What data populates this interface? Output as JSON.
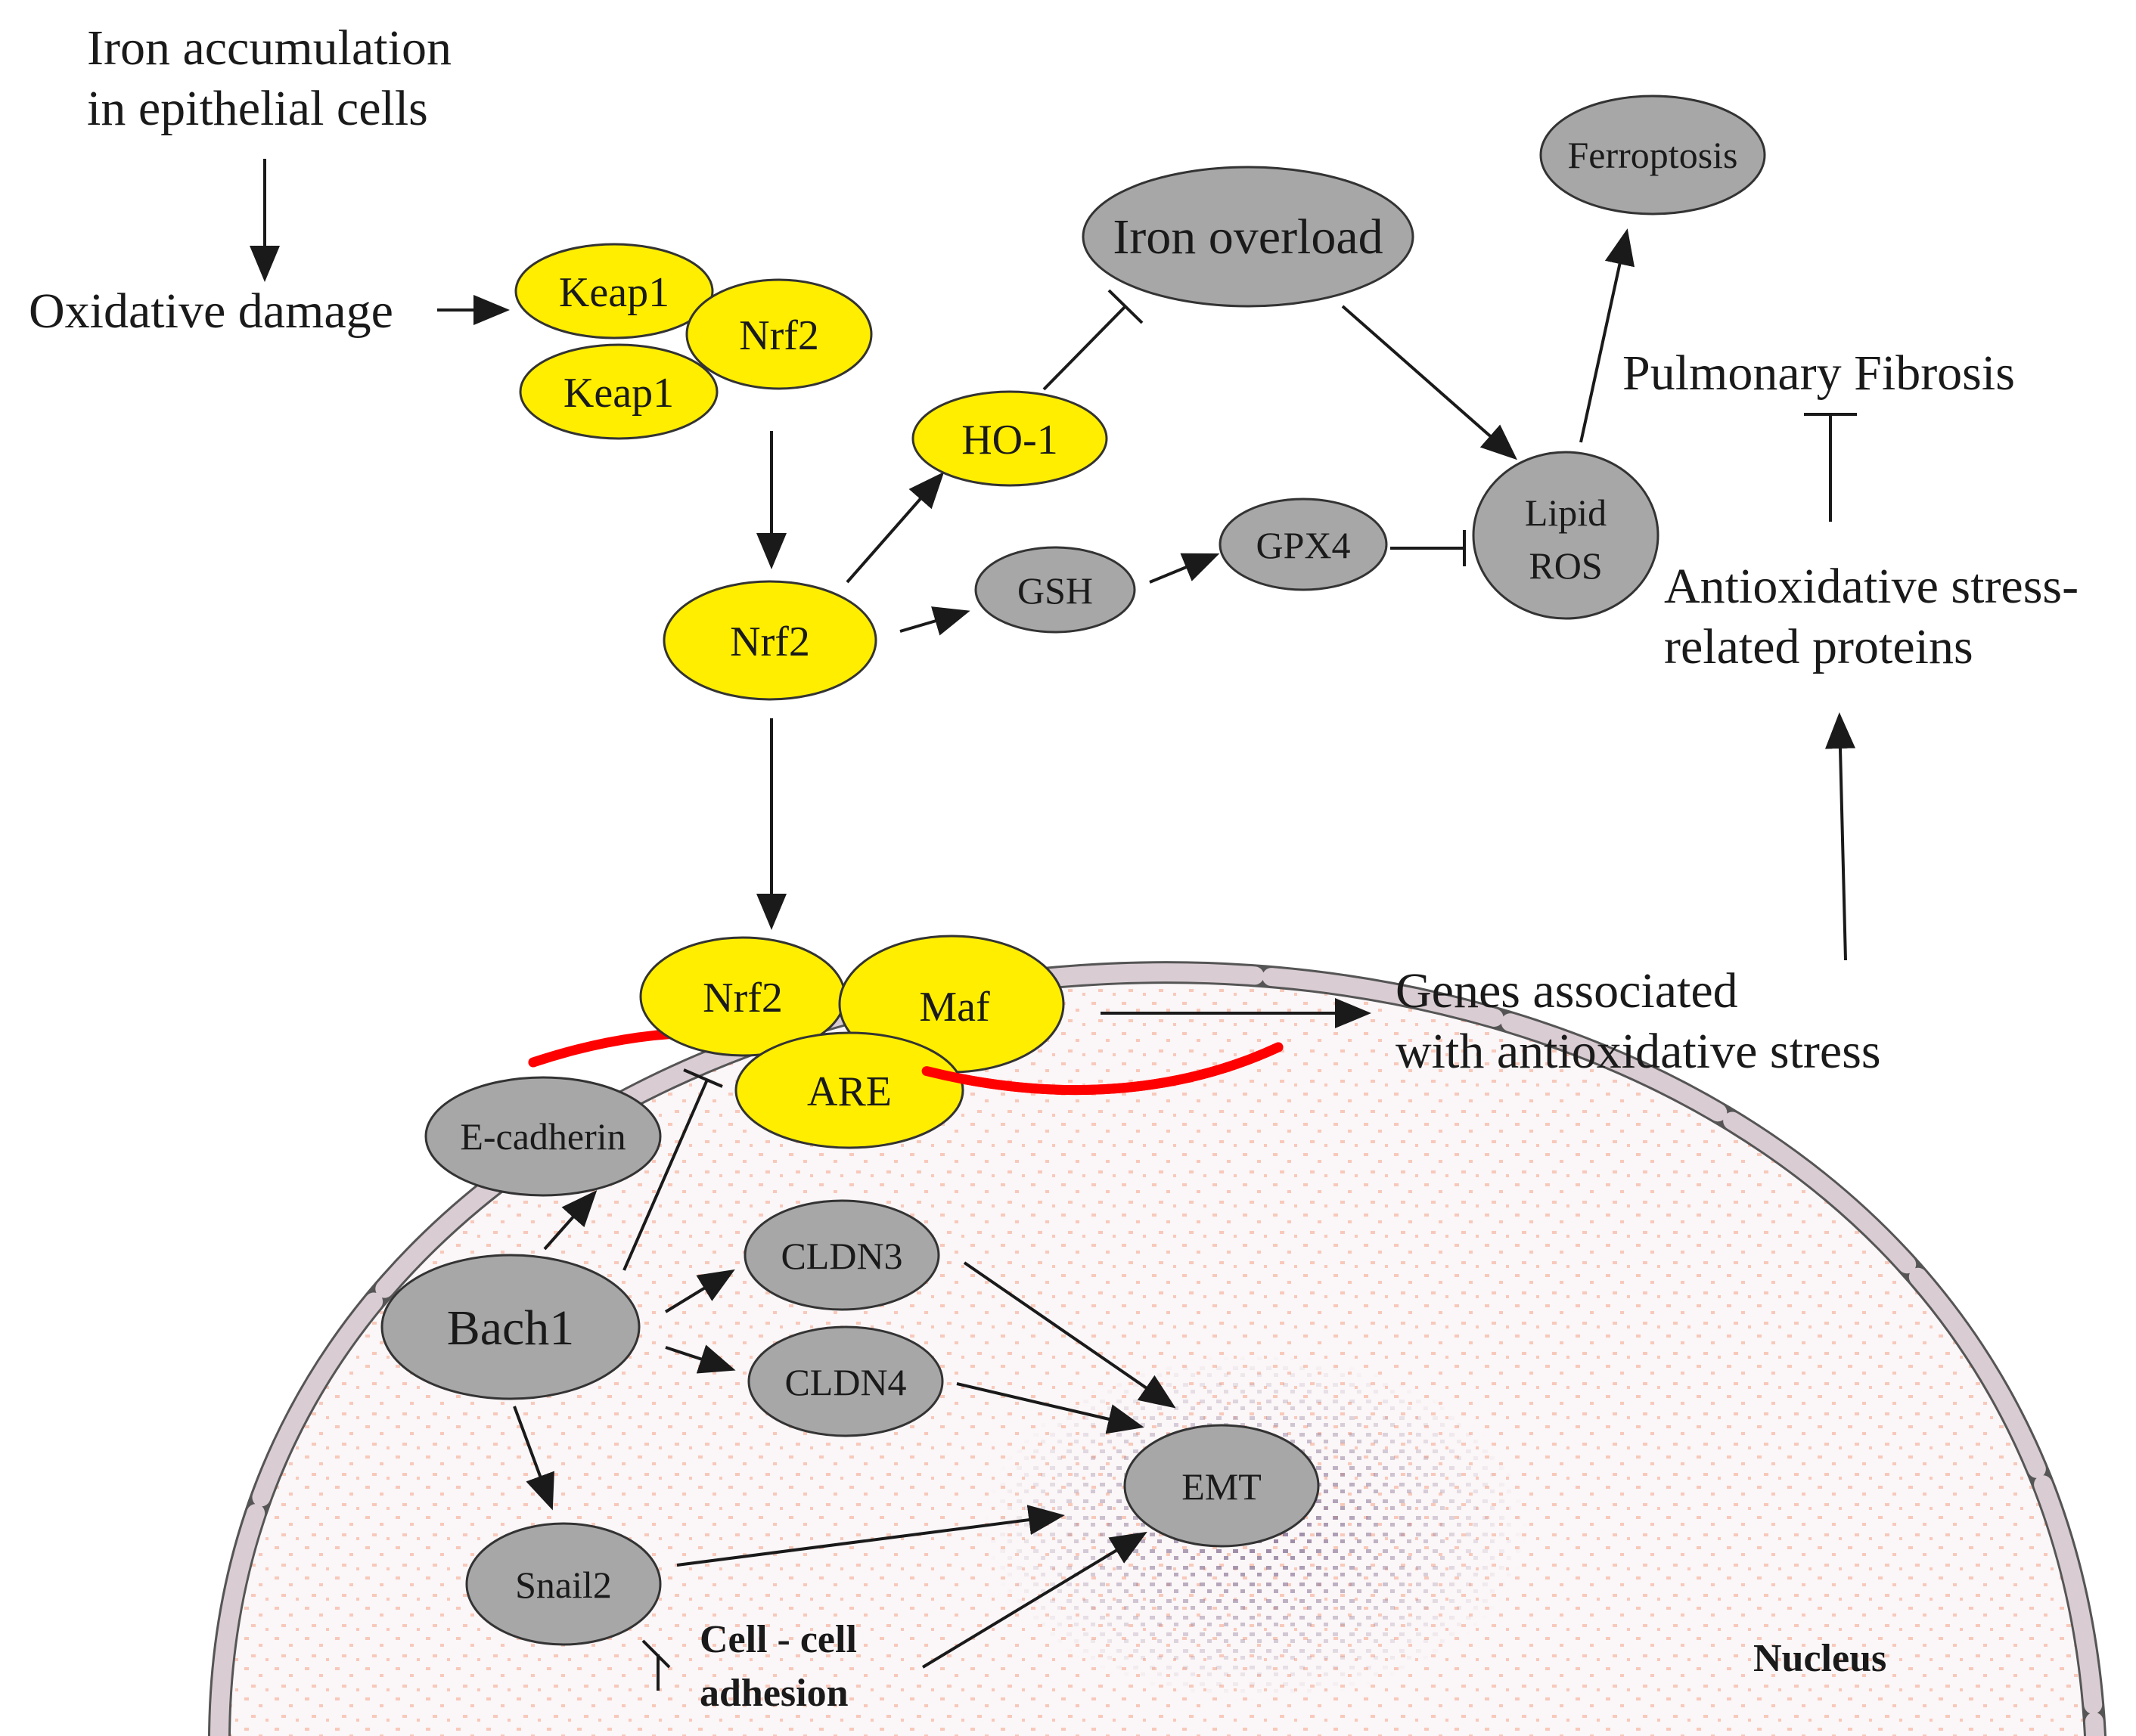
{
  "labels": {
    "iron_accumulation_1": "Iron accumulation",
    "iron_accumulation_2": "in epithelial cells",
    "oxidative_damage": "Oxidative damage",
    "pulmonary_fibrosis": "Pulmonary Fibrosis",
    "antioxidative_1": "Antioxidative stress-",
    "antioxidative_2": "related proteins",
    "genes_1": "Genes associated",
    "genes_2": "with antioxidative stress",
    "cell_adhesion_1": "Cell - cell",
    "cell_adhesion_2": "adhesion",
    "nucleus": "Nucleus"
  },
  "nodes": {
    "keap1_top": "Keap1",
    "nrf2_complex": "Nrf2",
    "keap1_bottom": "Keap1",
    "nrf2_free": "Nrf2",
    "ho1": "HO-1",
    "iron_overload": "Iron overload",
    "ferroptosis": "Ferroptosis",
    "gsh": "GSH",
    "gpx4": "GPX4",
    "lipid_ros_1": "Lipid",
    "lipid_ros_2": "ROS",
    "nrf2_nuclear": "Nrf2",
    "maf": "Maf",
    "are": "ARE",
    "e_cadherin": "E-cadherin",
    "bach1": "Bach1",
    "cldn3": "CLDN3",
    "cldn4": "CLDN4",
    "emt": "EMT",
    "snail2": "Snail2"
  },
  "colors": {
    "yellow_node": "#ffee00",
    "gray_node": "#a7a7a7",
    "membrane": "#d9ccd2",
    "dna_strand": "#ff0000",
    "cytoplasm_dots": "#f4a58a",
    "chromatin": "#8e7a9a"
  }
}
